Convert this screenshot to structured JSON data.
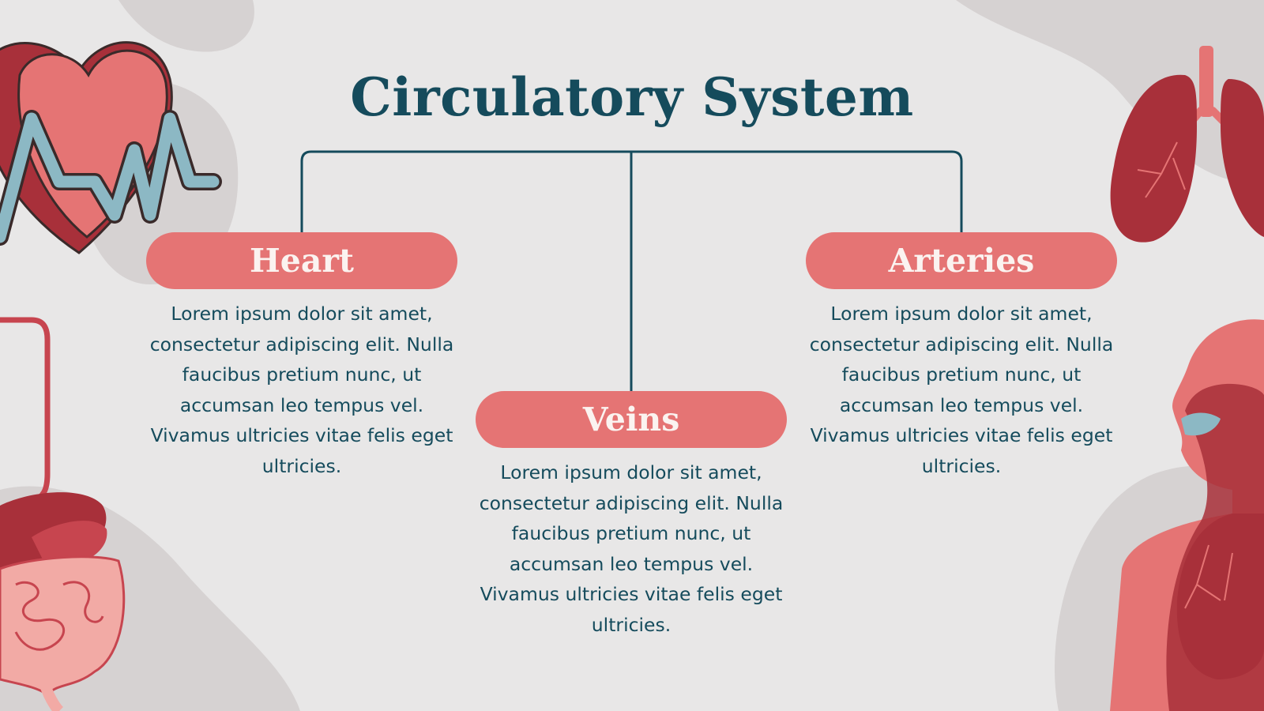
{
  "title": "Circulatory System",
  "colors": {
    "background": "#e8e7e7",
    "blob": "#d6d2d2",
    "title": "#154b5c",
    "pill": "#e57474",
    "pill_text": "#fbf3f0",
    "accent_dark_red": "#a8303a",
    "accent_teal": "#8cb8c4"
  },
  "nodes": [
    {
      "label": "Heart",
      "text": "Lorem ipsum dolor sit amet, consectetur adipiscing elit. Nulla faucibus pretium nunc, ut accumsan leo tempus vel. Vivamus ultricies vitae felis eget ultricies."
    },
    {
      "label": "Veins",
      "text": "Lorem ipsum dolor sit amet, consectetur adipiscing elit. Nulla faucibus pretium nunc, ut accumsan leo tempus vel. Vivamus ultricies vitae felis eget ultricies."
    },
    {
      "label": "Arteries",
      "text": "Lorem ipsum dolor sit amet, consectetur adipiscing elit. Nulla faucibus pretium nunc, ut accumsan leo tempus vel. Vivamus ultricies vitae felis eget ultricies."
    }
  ],
  "illustrations": [
    "heart-heartbeat-icon",
    "lungs-icon",
    "digestive-system-icon",
    "human-torso-respiratory-icon"
  ]
}
